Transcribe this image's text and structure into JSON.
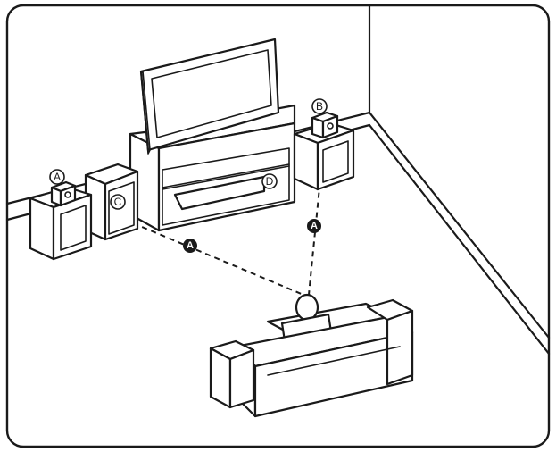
{
  "labels": {
    "front_left": "A",
    "front_right": "B",
    "center": "C",
    "subwoofer_mark": "D",
    "distance_left": "A",
    "distance_right": "A"
  }
}
